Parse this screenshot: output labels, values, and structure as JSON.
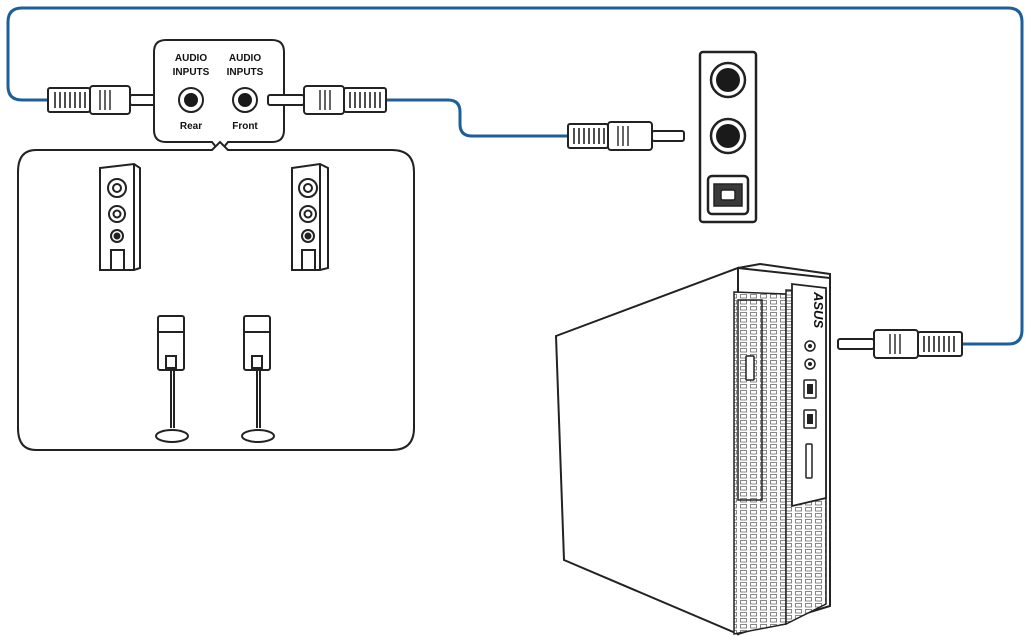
{
  "labels": {
    "rear_top": "AUDIO",
    "rear_mid": "INPUTS",
    "rear_bottom": "Rear",
    "front_top": "AUDIO",
    "front_mid": "INPUTS",
    "front_bottom": "Front",
    "brand": "ASUS"
  },
  "colors": {
    "cable": "#1f5f99",
    "outline": "#222222",
    "fill": "#ffffff",
    "jack_dark": "#1a1a1a"
  },
  "icons": [
    "audio-plug-icon",
    "audio-jack-icon",
    "tower-speaker-icon",
    "satellite-speaker-icon",
    "optical-port-icon",
    "desktop-pc-icon"
  ]
}
